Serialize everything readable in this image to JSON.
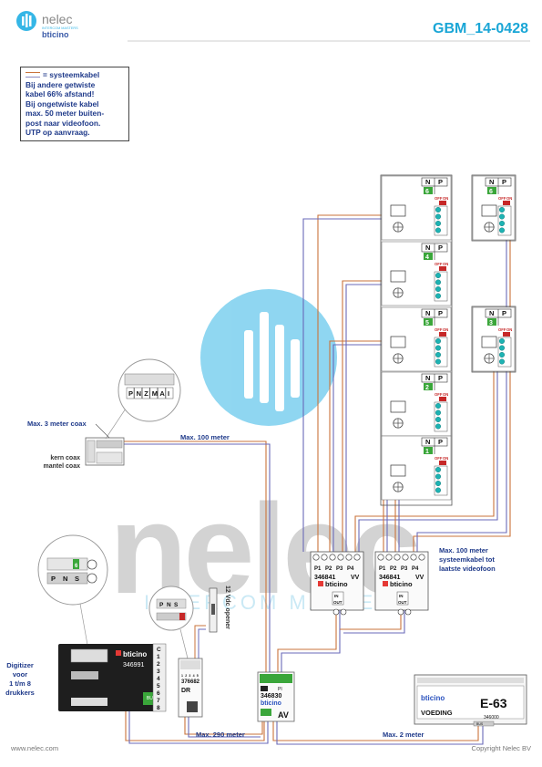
{
  "header": {
    "logo_main": "nelec",
    "logo_tagline": "INTERCOM MASTERS",
    "logo_brand": "bticino",
    "doc_code": "GBM_14-0428"
  },
  "legend": {
    "title": "= systeemkabel",
    "lines": [
      "Bij andere getwiste",
      "kabel 66% afstand!",
      "Bij ongetwiste kabel",
      "max. 50 meter buiten-",
      "post naar videofoon.",
      "UTP op aanvraag."
    ]
  },
  "watermark": {
    "word": "nelec",
    "tagline": "INTERCOM MASTERS"
  },
  "labels": {
    "max3coax": "Max. 3 meter coax",
    "max100": "Max. 100 meter",
    "kern": "kern coax",
    "mantel": "mantel coax",
    "max100_sys_1": "Max. 100 meter",
    "max100_sys_2": "systeemkabel tot",
    "max100_sys_3": "laatste videofoon",
    "digitizer_1": "Digitizer",
    "digitizer_2": "voor",
    "digitizer_3": "1 t/m 8",
    "digitizer_4": "drukkers",
    "max290": "Max. 290 meter",
    "max2": "Max. 2 meter",
    "opener": "12 Vdc opener"
  },
  "terminal_labels": {
    "coax_module": [
      "P",
      "N",
      "Z",
      "M",
      "A",
      "I"
    ],
    "digitizer_terminals": [
      "P",
      "N",
      "S"
    ],
    "digitizer_code": "346991",
    "digitizer_bus": "BUS",
    "digit_numbers": [
      "C",
      "1",
      "2",
      "3",
      "4",
      "5",
      "6",
      "7",
      "8"
    ],
    "relay_code": "376682",
    "relay_dr": "DR",
    "relay_top": [
      "1",
      "2",
      "3",
      "4",
      "5"
    ],
    "relay_terminal": [
      "P",
      "N",
      "S"
    ],
    "av_code": "346830",
    "av_label": "AV",
    "av_pi": "PI",
    "distributor_code": "346841",
    "distributor_vv": "VV",
    "distributor_ports": [
      "P1",
      "P2",
      "P3",
      "P4"
    ],
    "distributor_in": "IN",
    "distributor_out": "OUT",
    "psu_code": "346000",
    "psu_name": "E-63",
    "psu_label": "VOEDING",
    "psu_bus": "BUS"
  },
  "units": [
    {
      "n": "N",
      "p": "P",
      "num": "6",
      "off": "OFF",
      "on": "ON"
    },
    {
      "n": "N",
      "p": "P",
      "num": "6",
      "off": "OFF",
      "on": "ON"
    },
    {
      "n": "N",
      "p": "P",
      "num": "4",
      "off": "OFF",
      "on": "ON"
    },
    {
      "n": "N",
      "p": "P",
      "num": "5",
      "off": "OFF",
      "on": "ON"
    },
    {
      "n": "N",
      "p": "P",
      "num": "3",
      "off": "OFF",
      "on": "ON"
    },
    {
      "n": "N",
      "p": "P",
      "num": "2",
      "off": "OFF",
      "on": "ON"
    },
    {
      "n": "N",
      "p": "P",
      "num": "1",
      "off": "OFF",
      "on": "ON"
    }
  ],
  "footer": {
    "left": "www.nelec.com",
    "right": "Copyright Nelec BV"
  },
  "colors": {
    "title": "#1aa6d6",
    "label": "#1f3a8a",
    "cable_brown": "#c9733b",
    "cable_blue": "#6a6ab8",
    "green": "#3aa63a",
    "teal": "#1eb3b3",
    "red": "#c62828"
  }
}
